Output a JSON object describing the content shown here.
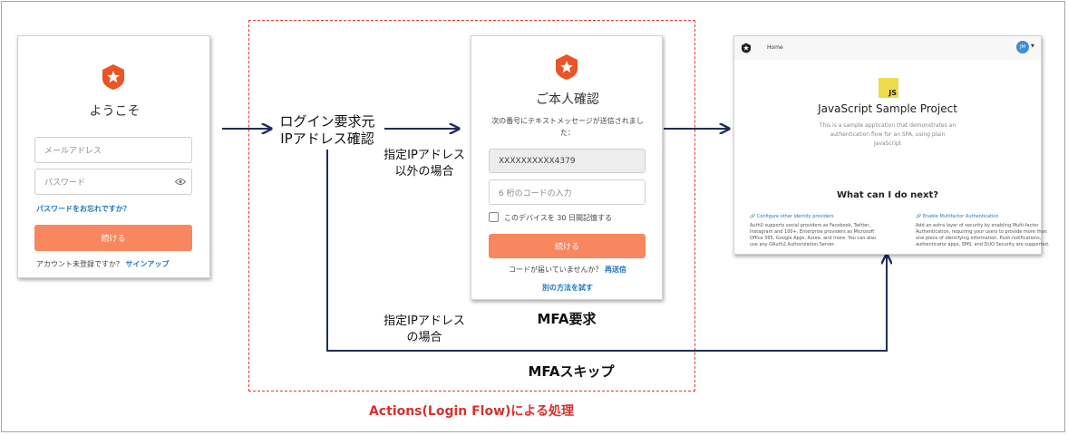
{
  "colors": {
    "accent": "#f8865f",
    "arrow": "#1f2d5a",
    "dashed": "#e03a3a",
    "link": "#1d76c2",
    "logo": "#eb5424"
  },
  "login": {
    "title": "ようこそ",
    "email_placeholder": "メールアドレス",
    "password_placeholder": "パスワード",
    "forgot_link": "パスワードをお忘れですか？",
    "continue": "続ける",
    "no_account": "アカウント未登録ですか？",
    "signup": "サインアップ"
  },
  "ip_check": {
    "line1": "ログイン要求元",
    "line2": "IPアドレス確認"
  },
  "label_other": {
    "line1": "指定IPアドレス",
    "line2": "以外の場合"
  },
  "label_match": {
    "line1": "指定IPアドレス",
    "line2": "の場合"
  },
  "mfa": {
    "title": "ご本人確認",
    "desc_line1": "次の番号にテキストメッセージが送信されまし",
    "desc_line2": "た：",
    "phone": "XXXXXXXXXX4379",
    "code_placeholder": "6 桁のコードの入力",
    "remember": "このデバイスを 30 日間記憶する",
    "continue": "続ける",
    "not_received": "コードが届いていませんか？",
    "resend": "再送信",
    "try_another": "別の方法を試す",
    "caption": "MFA要求"
  },
  "skip_caption": "MFAスキップ",
  "actions_caption": "Actions(Login Flow)による処理",
  "app": {
    "nav_home": "Home",
    "avatar": "JM",
    "js_badge": "JS",
    "title": "JavaScript Sample Project",
    "desc_line1": "This is a sample application that demonstrates an",
    "desc_line2": "authentication flow for an SPA, using plain",
    "desc_line3": "JavaScript",
    "next_heading": "What can I do next?",
    "col1_title": "Configure other identity providers",
    "col1_line1": "Auth0 supports social providers as Facebook, Twitter,",
    "col1_line2": "Instagram and 100+, Enterprise providers as Microsoft",
    "col1_line3": "Office 365, Google Apps, Azure, and more. You can also",
    "col1_line4": "use any OAuth2 Authorization Server.",
    "col2_title": "Enable Multifactor Authentication",
    "col2_line1": "Add an extra layer of security by enabling Multi-factor",
    "col2_line2": "Authentication, requiring your users to provide more than",
    "col2_line3": "one piece of identifying information. Push notifications,",
    "col2_line4": "authenticator apps, SMS, and DUO Security are supported."
  }
}
